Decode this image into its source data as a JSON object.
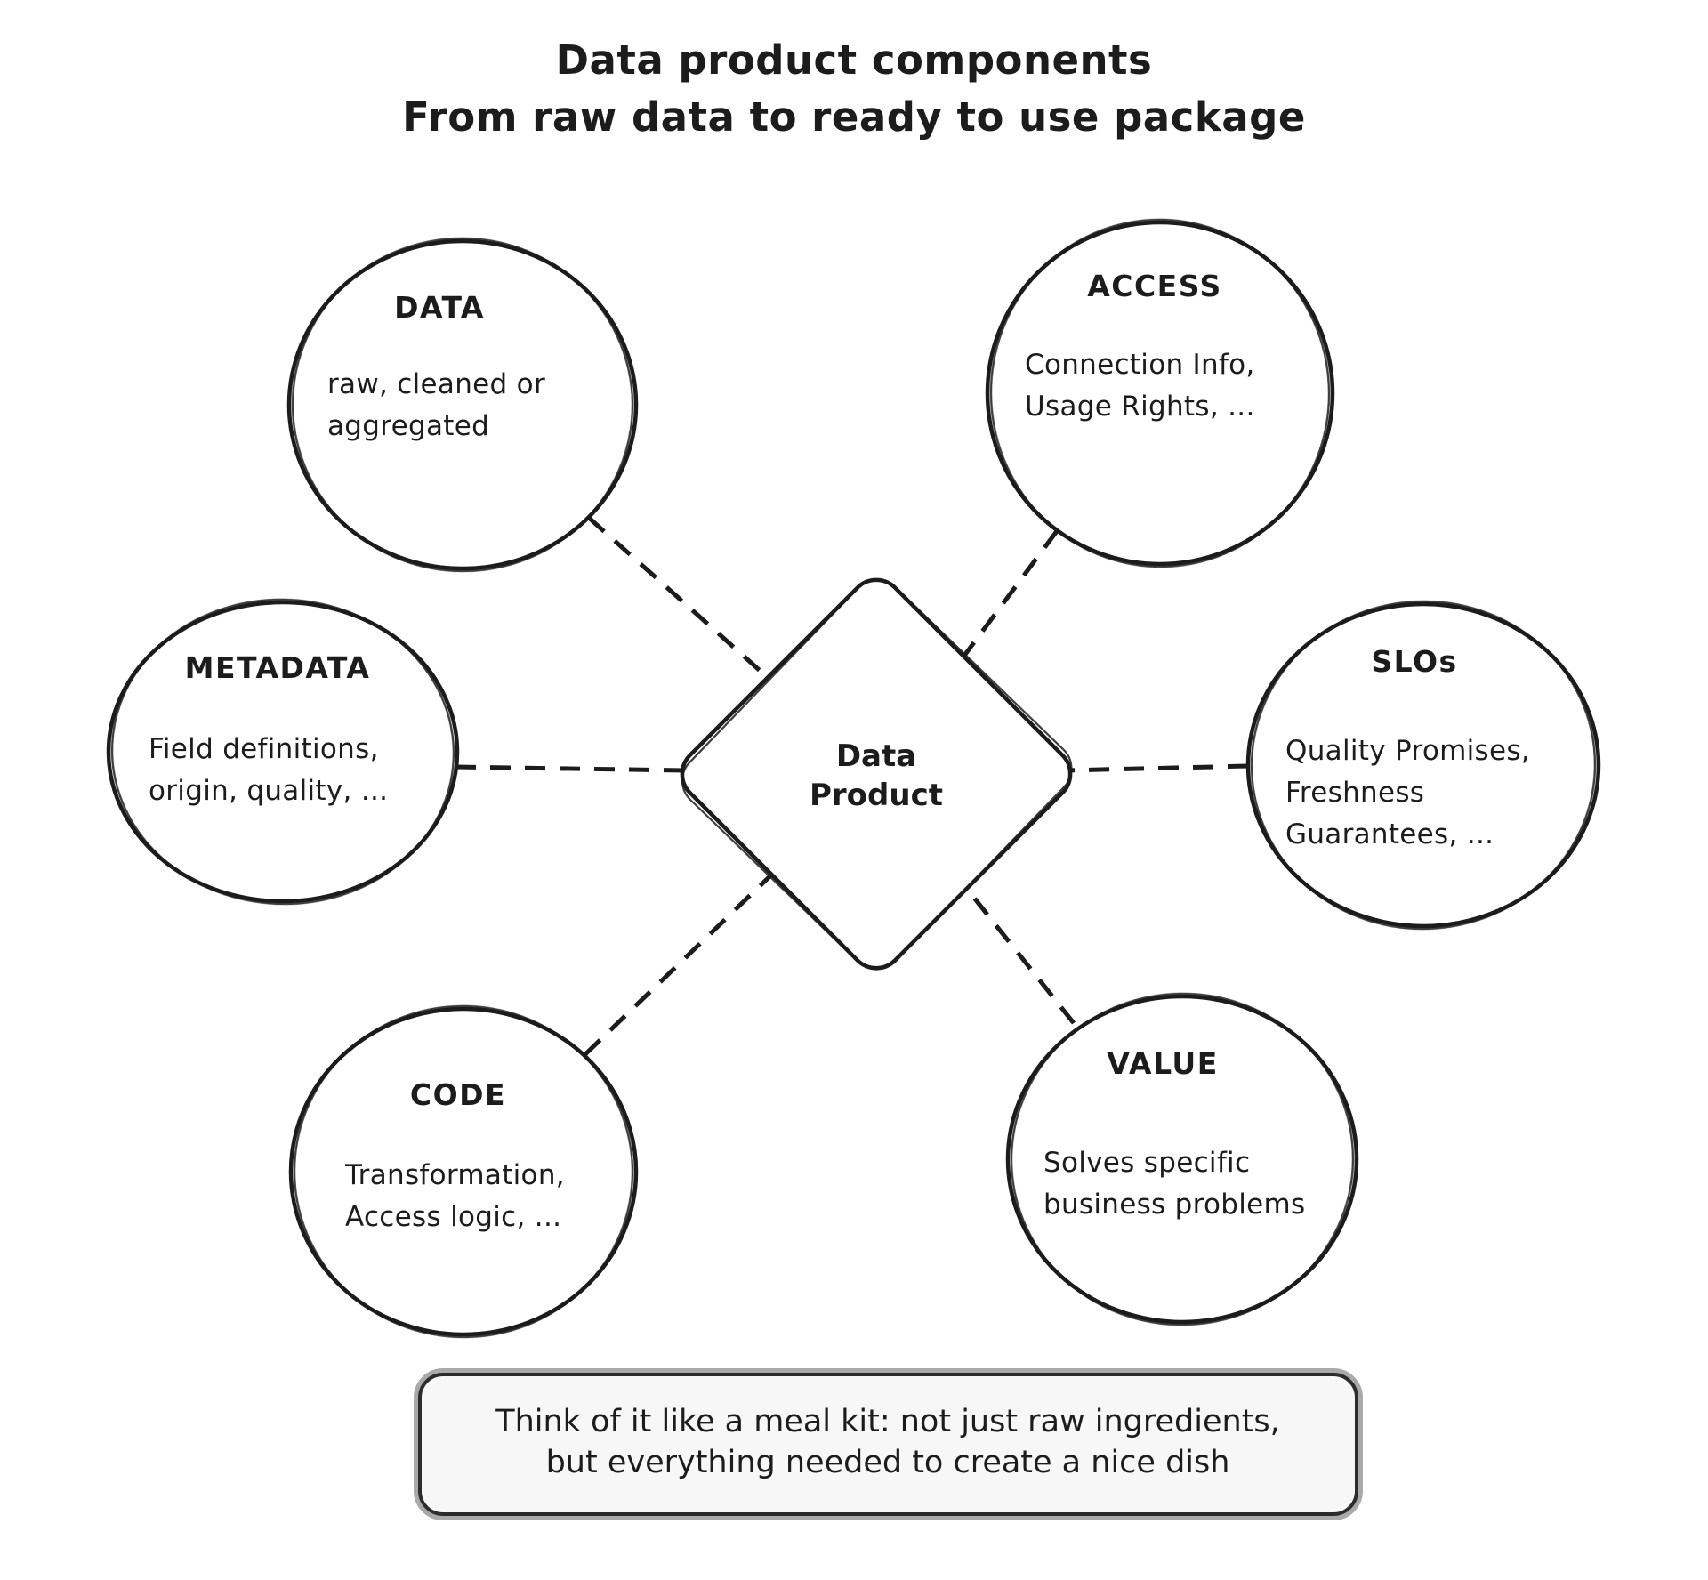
{
  "page": {
    "background": "#ffffff",
    "ink": "#1c1c1c",
    "footer_fill": "#f7f7f7"
  },
  "title": {
    "line1": "Data product components",
    "line2": "From raw data to ready to use package"
  },
  "center": {
    "label": "Data\nProduct"
  },
  "nodes": {
    "data": {
      "title": "DATA",
      "body": "raw, cleaned or\naggregated"
    },
    "access": {
      "title": "ACCESS",
      "body": "Connection Info,\nUsage Rights, ..."
    },
    "metadata": {
      "title": "METADATA",
      "body": "Field definitions,\norigin, quality, ..."
    },
    "slos": {
      "title": "SLOs",
      "body": "Quality Promises,\nFreshness\nGuarantees, ..."
    },
    "code": {
      "title": "CODE",
      "body": "Transformation,\nAccess logic, ..."
    },
    "value": {
      "title": "VALUE",
      "body": "Solves specific\nbusiness problems"
    }
  },
  "footer": {
    "note": "Think of it like a meal kit: not just raw ingredients,\nbut everything needed to create a nice dish"
  }
}
